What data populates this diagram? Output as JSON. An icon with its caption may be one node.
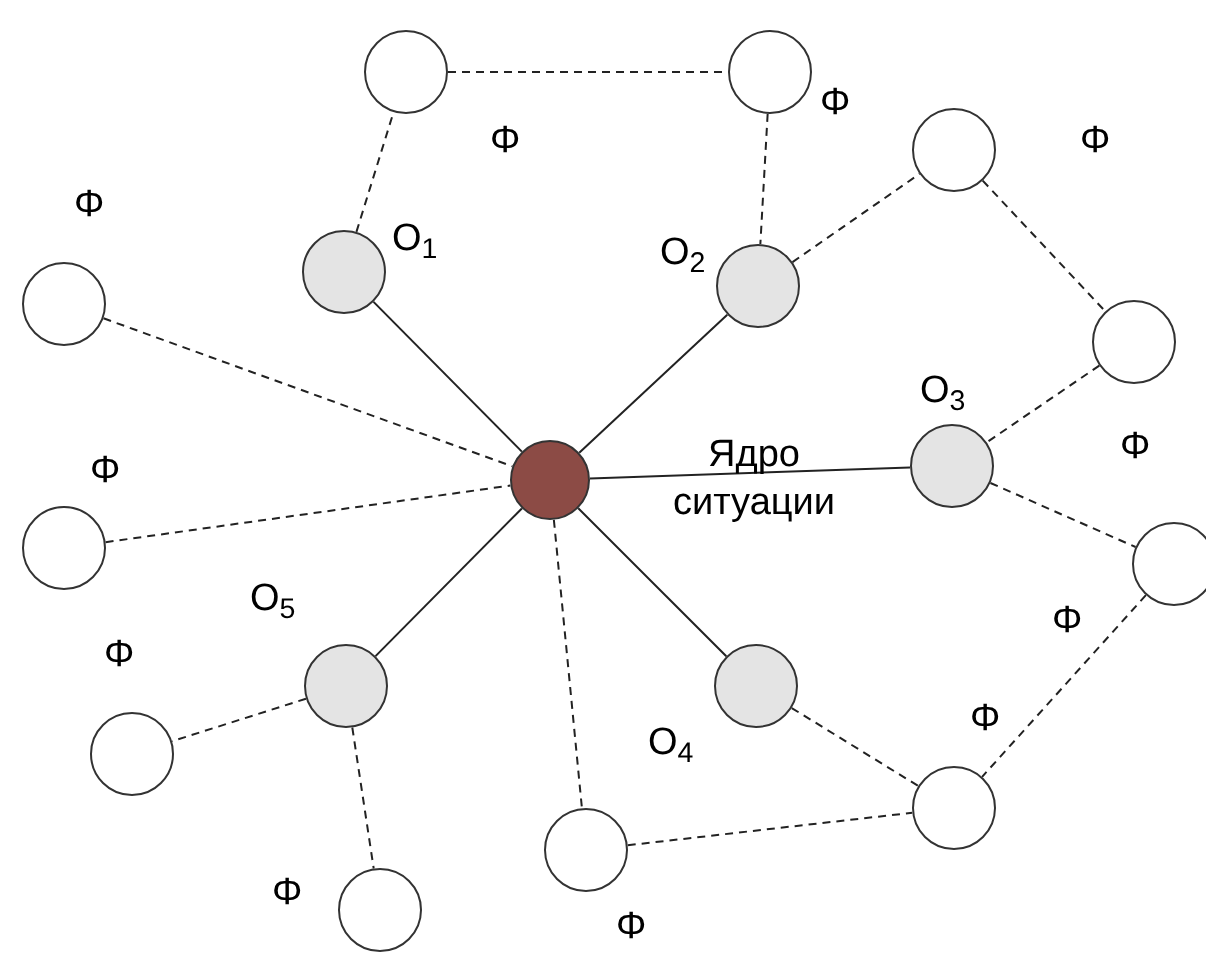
{
  "diagram": {
    "nodes": [
      {
        "text": [],
        "shape": "circle"
      },
      {
        "text": [],
        "shape": "circle"
      },
      {
        "text": [],
        "shape": "circle"
      },
      {
        "text": [],
        "shape": "circle",
        "beside": [
          "O$_{1}$"
        ]
      },
      {
        "text": [],
        "shape": "circle",
        "beside": [
          "O$_{2}$"
        ]
      },
      {
        "text": [],
        "shape": "circle"
      },
      {
        "text": [],
        "shape": "circle"
      },
      {
        "text": [],
        "shape": "circle",
        "beside": [
          "Ядро ситуации"
        ]
      },
      {
        "text": [],
        "shape": "circle",
        "beside": [
          "O$_{3}$"
        ]
      },
      {
        "text": [],
        "shape": "circle"
      },
      {
        "text": [],
        "shape": "circle"
      },
      {
        "text": [],
        "shape": "circle",
        "beside": [
          "O$_{5}$"
        ]
      },
      {
        "text": [],
        "shape": "circle",
        "beside": [
          "O$_{4}$"
        ]
      },
      {
        "text": [],
        "shape": "circle"
      },
      {
        "text": [],
        "shape": "circle"
      },
      {
        "text": [],
        "shape": "circle"
      },
      {
        "text": [],
        "shape": "circle"
      }
    ],
    "edges": [
      {
        "from": 7,
        "to": 3,
        "arrow": "none"
      },
      {
        "from": 7,
        "to": 4,
        "arrow": "none"
      },
      {
        "from": 7,
        "to": 8,
        "arrow": "none"
      },
      {
        "from": 7,
        "to": 12,
        "arrow": "none"
      },
      {
        "from": 7,
        "to": 11,
        "arrow": "none"
      },
      {
        "from": 3,
        "to": 0,
        "arrow": "none",
        "style": "dashed"
      },
      {
        "from": 0,
        "to": 1,
        "arrow": "none",
        "style": "dashed"
      },
      {
        "from": 1,
        "to": 4,
        "arrow": "none",
        "style": "dashed"
      },
      {
        "from": 4,
        "to": 2,
        "arrow": "none",
        "style": "dashed"
      },
      {
        "from": 2,
        "to": 6,
        "arrow": "none",
        "style": "dashed"
      },
      {
        "from": 6,
        "to": 8,
        "arrow": "none",
        "style": "dashed"
      },
      {
        "from": 8,
        "to": 10,
        "arrow": "none",
        "style": "dashed"
      },
      {
        "from": 10,
        "to": 14,
        "arrow": "none",
        "style": "dashed"
      },
      {
        "from": 12,
        "to": 14,
        "arrow": "none",
        "style": "dashed"
      },
      {
        "from": 15,
        "to": 14,
        "arrow": "none",
        "style": "dashed"
      },
      {
        "from": 7,
        "to": 15,
        "arrow": "none",
        "style": "dashed"
      },
      {
        "from": 5,
        "to": 7,
        "arrow": "none",
        "style": "dashed"
      },
      {
        "from": 9,
        "to": 7,
        "arrow": "none",
        "style": "dashed"
      },
      {
        "from": 11,
        "to": 13,
        "arrow": "none",
        "style": "dashed"
      },
      {
        "from": 11,
        "to": 16,
        "arrow": "none",
        "style": "dashed"
      }
    ],
    "labels": [
      "Φ",
      "Φ",
      "Φ",
      "Φ",
      "Φ",
      "Φ",
      "Φ",
      "Φ",
      "Φ",
      "Φ",
      "Φ"
    ]
  }
}
